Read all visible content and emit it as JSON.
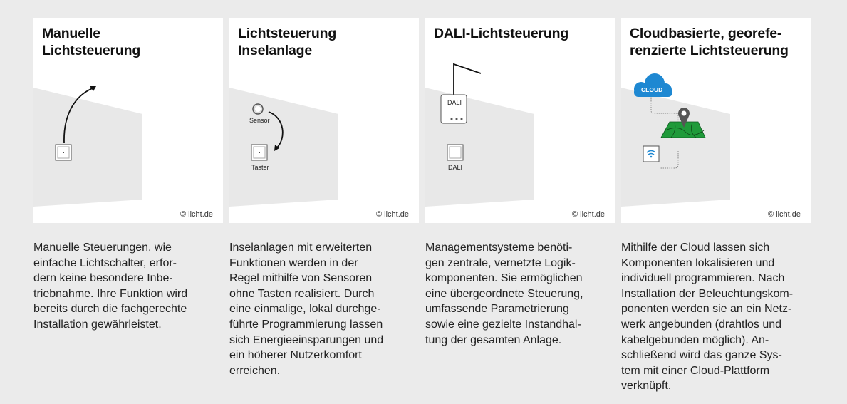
{
  "copyright": "© licht.de",
  "panels": [
    {
      "title": "Manuelle\nLichtsteuerung",
      "text": "Manuelle Steuerungen, wie\neinfache Lichtschalter, erfor-\ndern keine besondere Inbe-\ntriebnahme. Ihre Funktion wird\nbereits durch die fachgerechte\nInstallation gewährleistet."
    },
    {
      "title": "Lichtsteuerung\nInselanlage",
      "text": "Inselanlagen mit erweiterten\nFunktionen werden in der\nRegel mithilfe von Sensoren\nohne Tasten realisiert. Durch\neine einmalige, lokal durchge-\nführte Programmierung lassen\nsich Energieeinsparungen und\nein höherer Nutzerkomfort\nerreichen.",
      "sensor_label": "Sensor",
      "taster_label": "Taster"
    },
    {
      "title": "DALI-Lichtsteuerung",
      "text": "Managementsysteme benöti-\ngen zentrale, vernetzte Logik-\nkomponenten. Sie ermöglichen\neine übergeordnete Steuerung,\numfassende Parametrierung\nsowie eine gezielte Instandhal-\ntung der gesamten Anlage.",
      "dali_box_label": "DALI",
      "dali_switch_label": "DALI"
    },
    {
      "title": "Cloudbasierte, georefe-\nrenzierte Lichtsteuerung",
      "text": "Mithilfe der Cloud lassen sich\nKomponenten lokalisieren und\nindividuell programmieren. Nach\nInstallation der Beleuchtungskom-\nponenten werden sie an ein Netz-\nwerk angebunden (drahtlos und\nkabelgebunden möglich). An-\nschließend wird das ganze Sys-\ntem mit einer Cloud-Plattform\nverknüpft.",
      "cloud_label": "CLOUD"
    }
  ],
  "colors": {
    "lamp": "#f5e51a",
    "cloud": "#1e88d2",
    "map": "#1f9a3a",
    "wall_left": "#e8e8e8",
    "wall_right": "#d6d6d6"
  }
}
